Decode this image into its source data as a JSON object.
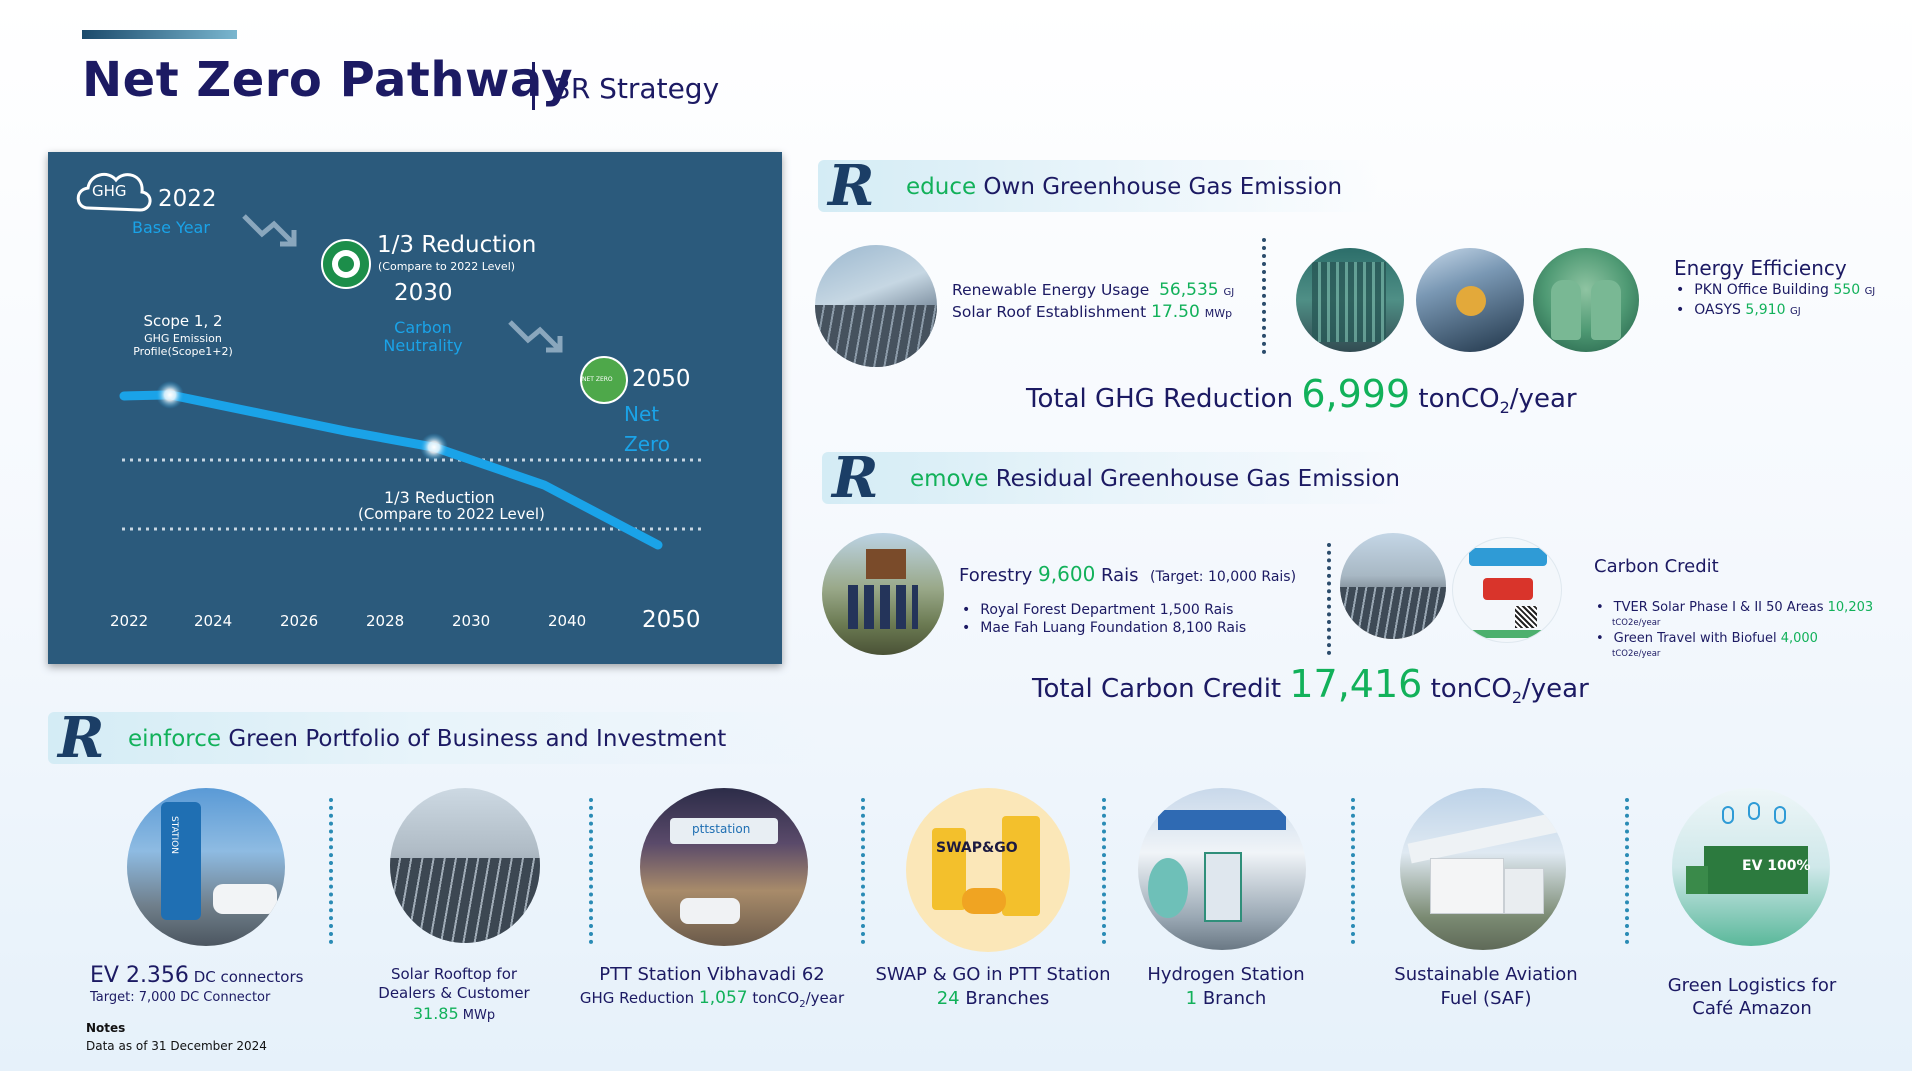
{
  "header": {
    "title": "Net Zero Pathway",
    "subtitle": "3R Strategy"
  },
  "colors": {
    "navy": "#1c1a63",
    "green": "#12b15a",
    "panel": "#2b5a7c",
    "line": "#1aa3e8"
  },
  "pathway": {
    "ghg_label": "GHG",
    "base_year": "2022",
    "base_year_label": "Base Year",
    "reduction_title": "1/3 Reduction",
    "reduction_note": "(Compare to 2022 Level)",
    "carbon_year": "2030",
    "carbon_label_1": "Carbon",
    "carbon_label_2": "Neutrality",
    "netzero_year": "2050",
    "netzero_label_1": "Net",
    "netzero_label_2": "Zero",
    "netzero_badge": "NET ZERO",
    "scope_title": "Scope 1, 2",
    "scope_sub1": "GHG Emission",
    "scope_sub2": "Profile(Scope1+2)",
    "line_label_1": "1/3 Reduction",
    "line_label_2": "(Compare to 2022 Level)",
    "axis_years": [
      "2022",
      "2024",
      "2026",
      "2028",
      "2030",
      "2040",
      "2050"
    ]
  },
  "chart_data": {
    "type": "line",
    "title": "",
    "xlabel": "",
    "ylabel": "",
    "categories": [
      "2022",
      "2024",
      "2026",
      "2028",
      "2030",
      "2040",
      "2050"
    ],
    "series": [
      {
        "name": "Scope 1, 2",
        "values": [
          100,
          100.5,
          92,
          84,
          77,
          60,
          33
        ]
      }
    ],
    "grid": false,
    "legend": "none"
  },
  "reduce": {
    "head_rest": "educe",
    "head_text": " Own Greenhouse Gas Emission",
    "renewable_label": "Renewable Energy Usage",
    "renewable_value": "56,535",
    "renewable_unit": "GJ",
    "solar_label": "Solar Roof Establishment",
    "solar_value": "17.50",
    "solar_unit": "MWp",
    "efficiency_title": "Energy Efficiency",
    "eff_items": [
      {
        "label": "PKN Office Building",
        "value": "550",
        "unit": "GJ"
      },
      {
        "label": "OASYS",
        "value": "5,910",
        "unit": "GJ"
      }
    ],
    "total_label": "Total GHG Reduction",
    "total_value": "6,999",
    "total_unit_pre": "tonCO",
    "total_unit_sub": "2",
    "total_unit_post": "/year"
  },
  "remove": {
    "head_rest": "emove",
    "head_text": " Residual Greenhouse Gas Emission",
    "forestry_label": "Forestry",
    "forestry_value": "9,600",
    "forestry_unit": "Rais",
    "forestry_target": "(Target: 10,000 Rais)",
    "forest_items": [
      "Royal Forest Department  1,500 Rais",
      "Mae Fah Luang Foundation 8,100 Rais"
    ],
    "credit_title": "Carbon Credit",
    "credit_items": [
      {
        "label": "TVER Solar Phase I & II  50 Areas",
        "value": "10,203",
        "unit": "tCO2e/year"
      },
      {
        "label": "Green Travel with Biofuel",
        "value": "4,000",
        "unit": "tCO2e/year"
      }
    ],
    "total_label": "Total Carbon Credit",
    "total_value": "17,416",
    "total_unit_pre": "tonCO",
    "total_unit_sub": "2",
    "total_unit_post": "/year"
  },
  "reinforce": {
    "head_rest": "einforce",
    "head_text": " Green Portfolio of Business and Investment",
    "items": [
      {
        "l1a": "EV 2.356",
        "l1b": " DC connectors",
        "l2": "Target: 7,000 DC Connector"
      },
      {
        "l1": "Solar Rooftop for",
        "l2": "Dealers & Customer",
        "l3v": "31.85",
        "l3u": " MWp"
      },
      {
        "l1": "PTT Station Vibhavadi 62",
        "l2a": "GHG Reduction ",
        "l2v": "1,057",
        "l2u": " tonCO",
        "l2s": "2",
        "l2e": "/year"
      },
      {
        "l1": "SWAP & GO in PTT Station",
        "l2v": "24",
        "l2u": " Branches"
      },
      {
        "l1": "Hydrogen Station",
        "l2v": "1",
        "l2u": " Branch"
      },
      {
        "l1": "Sustainable Aviation",
        "l2": "Fuel (SAF)"
      },
      {
        "l1": "Green Logistics for",
        "l2": "Café Amazon"
      }
    ],
    "img_text": {
      "ptt_station": "pttstation",
      "swap": "SWAP&GO",
      "ev_truck": "EV 100%",
      "ev_pole": "STATION"
    },
    "notes_title": "Notes",
    "notes_text": "Data as of 31 December 2024"
  }
}
